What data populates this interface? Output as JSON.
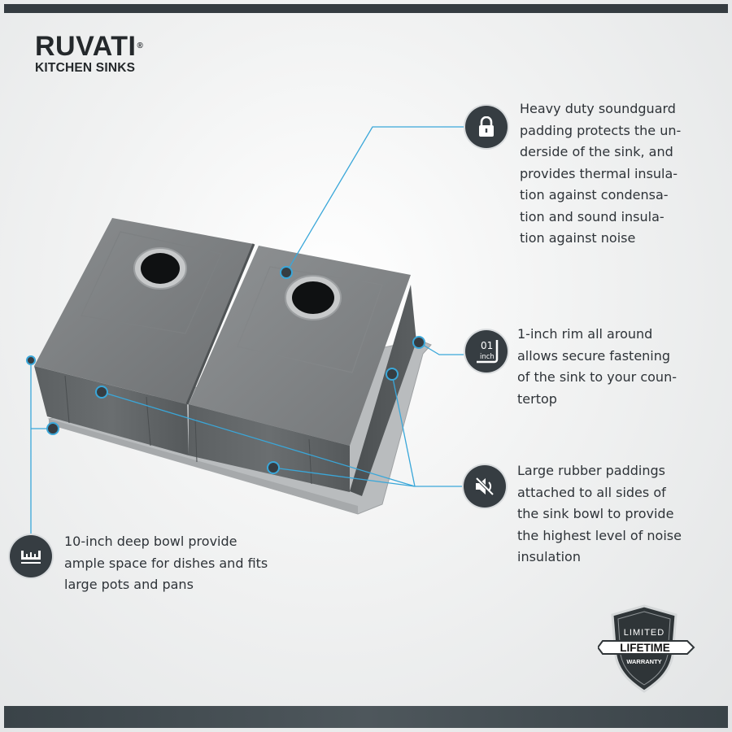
{
  "brand": {
    "name": "RUVATI",
    "subtitle": "KITCHEN SINKS"
  },
  "callouts": {
    "soundguard": {
      "icon": "lock-icon",
      "text": "Heavy duty soundguard\npadding protects the un-\nderside of the sink, and\nprovides thermal insula-\ntion against condensa-\ntion and sound insula-\ntion against noise"
    },
    "rim": {
      "icon": "rim-icon",
      "icon_label_top": "01",
      "icon_label_bottom": "inch",
      "text": "1-inch rim all around\nallows secure fastening\nof the sink to your coun-\ntertop"
    },
    "rubber": {
      "icon": "mute-speaker-icon",
      "text": "Large rubber paddings\nattached to all sides of\nthe sink bowl to provide\nthe highest level of noise\ninsulation"
    },
    "depth": {
      "icon": "ruler-icon",
      "text": "10-inch deep bowl provide\nample space for dishes and fits\nlarge pots and pans"
    }
  },
  "warranty": {
    "top": "LIMITED",
    "middle": "LIFETIME",
    "bottom": "WARRANTY"
  },
  "colors": {
    "accent": "#3aa7d9",
    "badge": "#363d42",
    "band": "#353c41"
  }
}
